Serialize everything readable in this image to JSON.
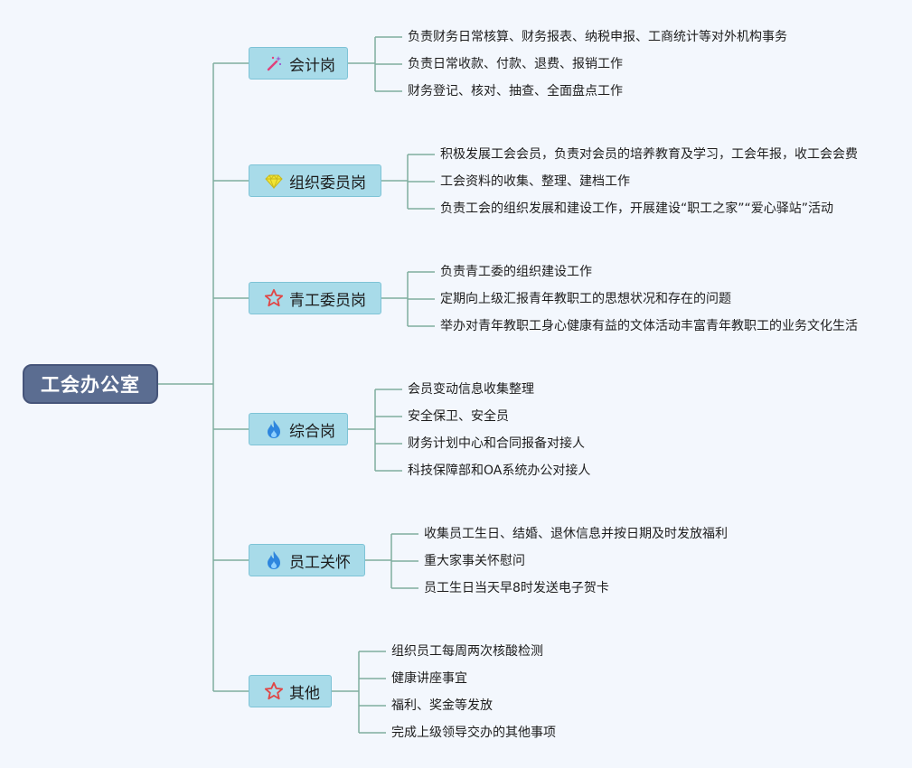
{
  "root": {
    "label": "工会办公室"
  },
  "branches": [
    {
      "label": "会计岗",
      "icon": "magic-wand-icon",
      "items": [
        "负责财务日常核算、财务报表、纳税申报、工商统计等对外机构事务",
        "负责日常收款、付款、退费、报销工作",
        "财务登记、核对、抽查、全面盘点工作"
      ]
    },
    {
      "label": "组织委员岗",
      "icon": "diamond-icon",
      "items": [
        "积极发展工会会员，负责对会员的培养教育及学习，工会年报，收工会会费",
        "工会资料的收集、整理、建档工作",
        "负责工会的组织发展和建设工作，开展建设“职工之家”“爱心驿站”活动"
      ]
    },
    {
      "label": "青工委员岗",
      "icon": "star-icon",
      "items": [
        "负责青工委的组织建设工作",
        "定期向上级汇报青年教职工的思想状况和存在的问题",
        "举办对青年教职工身心健康有益的文体活动丰富青年教职工的业务文化生活"
      ]
    },
    {
      "label": "综合岗",
      "icon": "flame-icon",
      "items": [
        "会员变动信息收集整理",
        "安全保卫、安全员",
        "财务计划中心和合同报备对接人",
        "科技保障部和OA系统办公对接人"
      ]
    },
    {
      "label": "员工关怀",
      "icon": "flame-icon",
      "items": [
        "收集员工生日、结婚、退休信息并按日期及时发放福利",
        "重大家事关怀慰问",
        "员工生日当天早8时发送电子贺卡"
      ]
    },
    {
      "label": "其他",
      "icon": "star-icon",
      "items": [
        "组织员工每周两次核酸检测",
        "健康讲座事宜",
        "福利、奖金等发放",
        "完成上级领导交办的其他事项"
      ]
    }
  ],
  "colors": {
    "connector": "#7fae9f",
    "root_fill": "#5b6d91",
    "branch_fill": "#a8dbe9",
    "star": "#e04646",
    "flame": "#2e86de",
    "diamond": "#f2e533",
    "wand": "#e0407a"
  }
}
